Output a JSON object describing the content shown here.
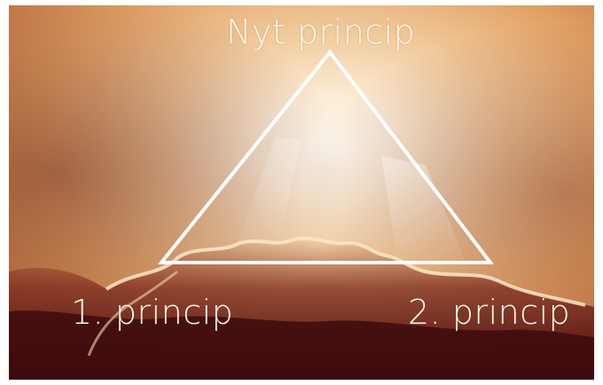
{
  "labels": {
    "top": "Nyt princip",
    "left": "1. princip",
    "right": "2. princip"
  },
  "colors": {
    "triangle_stroke": "#ffffff",
    "text": "#fdf6ec",
    "sky_light": "#fff6e6",
    "sky_warm": "#f0c48e",
    "sky_orange": "#d98a4c",
    "cloud_dark": "#4a0d10",
    "cloud_mid": "#7a2a1e",
    "cloud_edge": "#f7e2c0"
  }
}
